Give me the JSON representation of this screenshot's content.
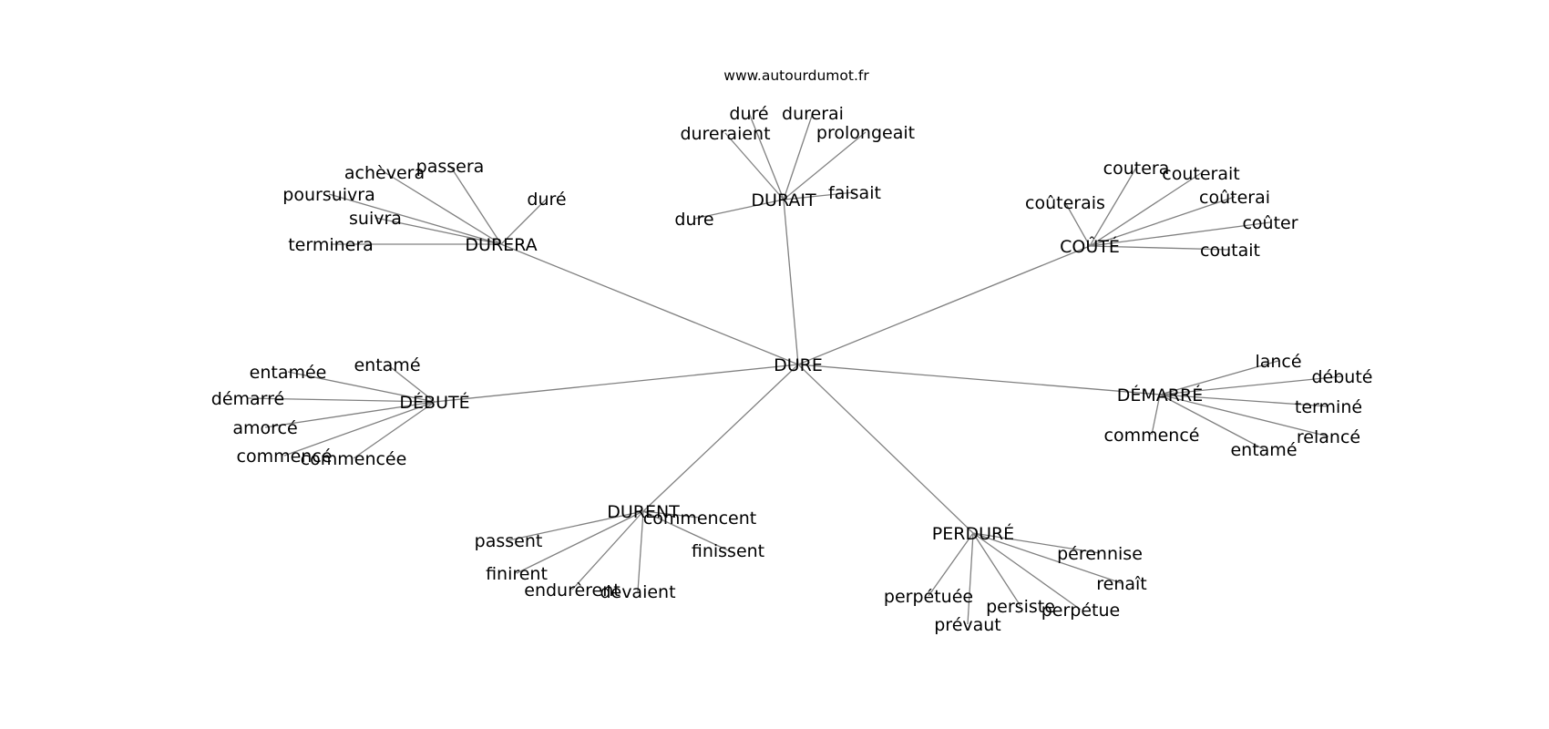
{
  "site_label": "www.autourdumot.fr",
  "graph": {
    "center": "DURE",
    "clusters": [
      {
        "hub": "DURAIT",
        "words": [
          "duré",
          "durerai",
          "dureraient",
          "prolongeait",
          "faisait",
          "dure"
        ]
      },
      {
        "hub": "DURERA",
        "words": [
          "passera",
          "achèvera",
          "poursuivra",
          "suivra",
          "terminera",
          "duré"
        ]
      },
      {
        "hub": "COÛTÉ",
        "words": [
          "coutera",
          "couterait",
          "coûterais",
          "coûterai",
          "coûter",
          "coutait"
        ]
      },
      {
        "hub": "DÉBUTÉ",
        "words": [
          "entamé",
          "entamée",
          "démarré",
          "amorcé",
          "commencé",
          "commencée"
        ]
      },
      {
        "hub": "DÉMARRÉ",
        "words": [
          "lancé",
          "débuté",
          "terminé",
          "relancé",
          "entamé",
          "commencé"
        ]
      },
      {
        "hub": "DURENT",
        "words": [
          "commencent",
          "finissent",
          "passent",
          "finirent",
          "endurèrent",
          "devaient"
        ]
      },
      {
        "hub": "PERDURÉ",
        "words": [
          "pérennise",
          "renaît",
          "perpétue",
          "persiste",
          "prévaut",
          "perpétuée"
        ]
      }
    ]
  }
}
